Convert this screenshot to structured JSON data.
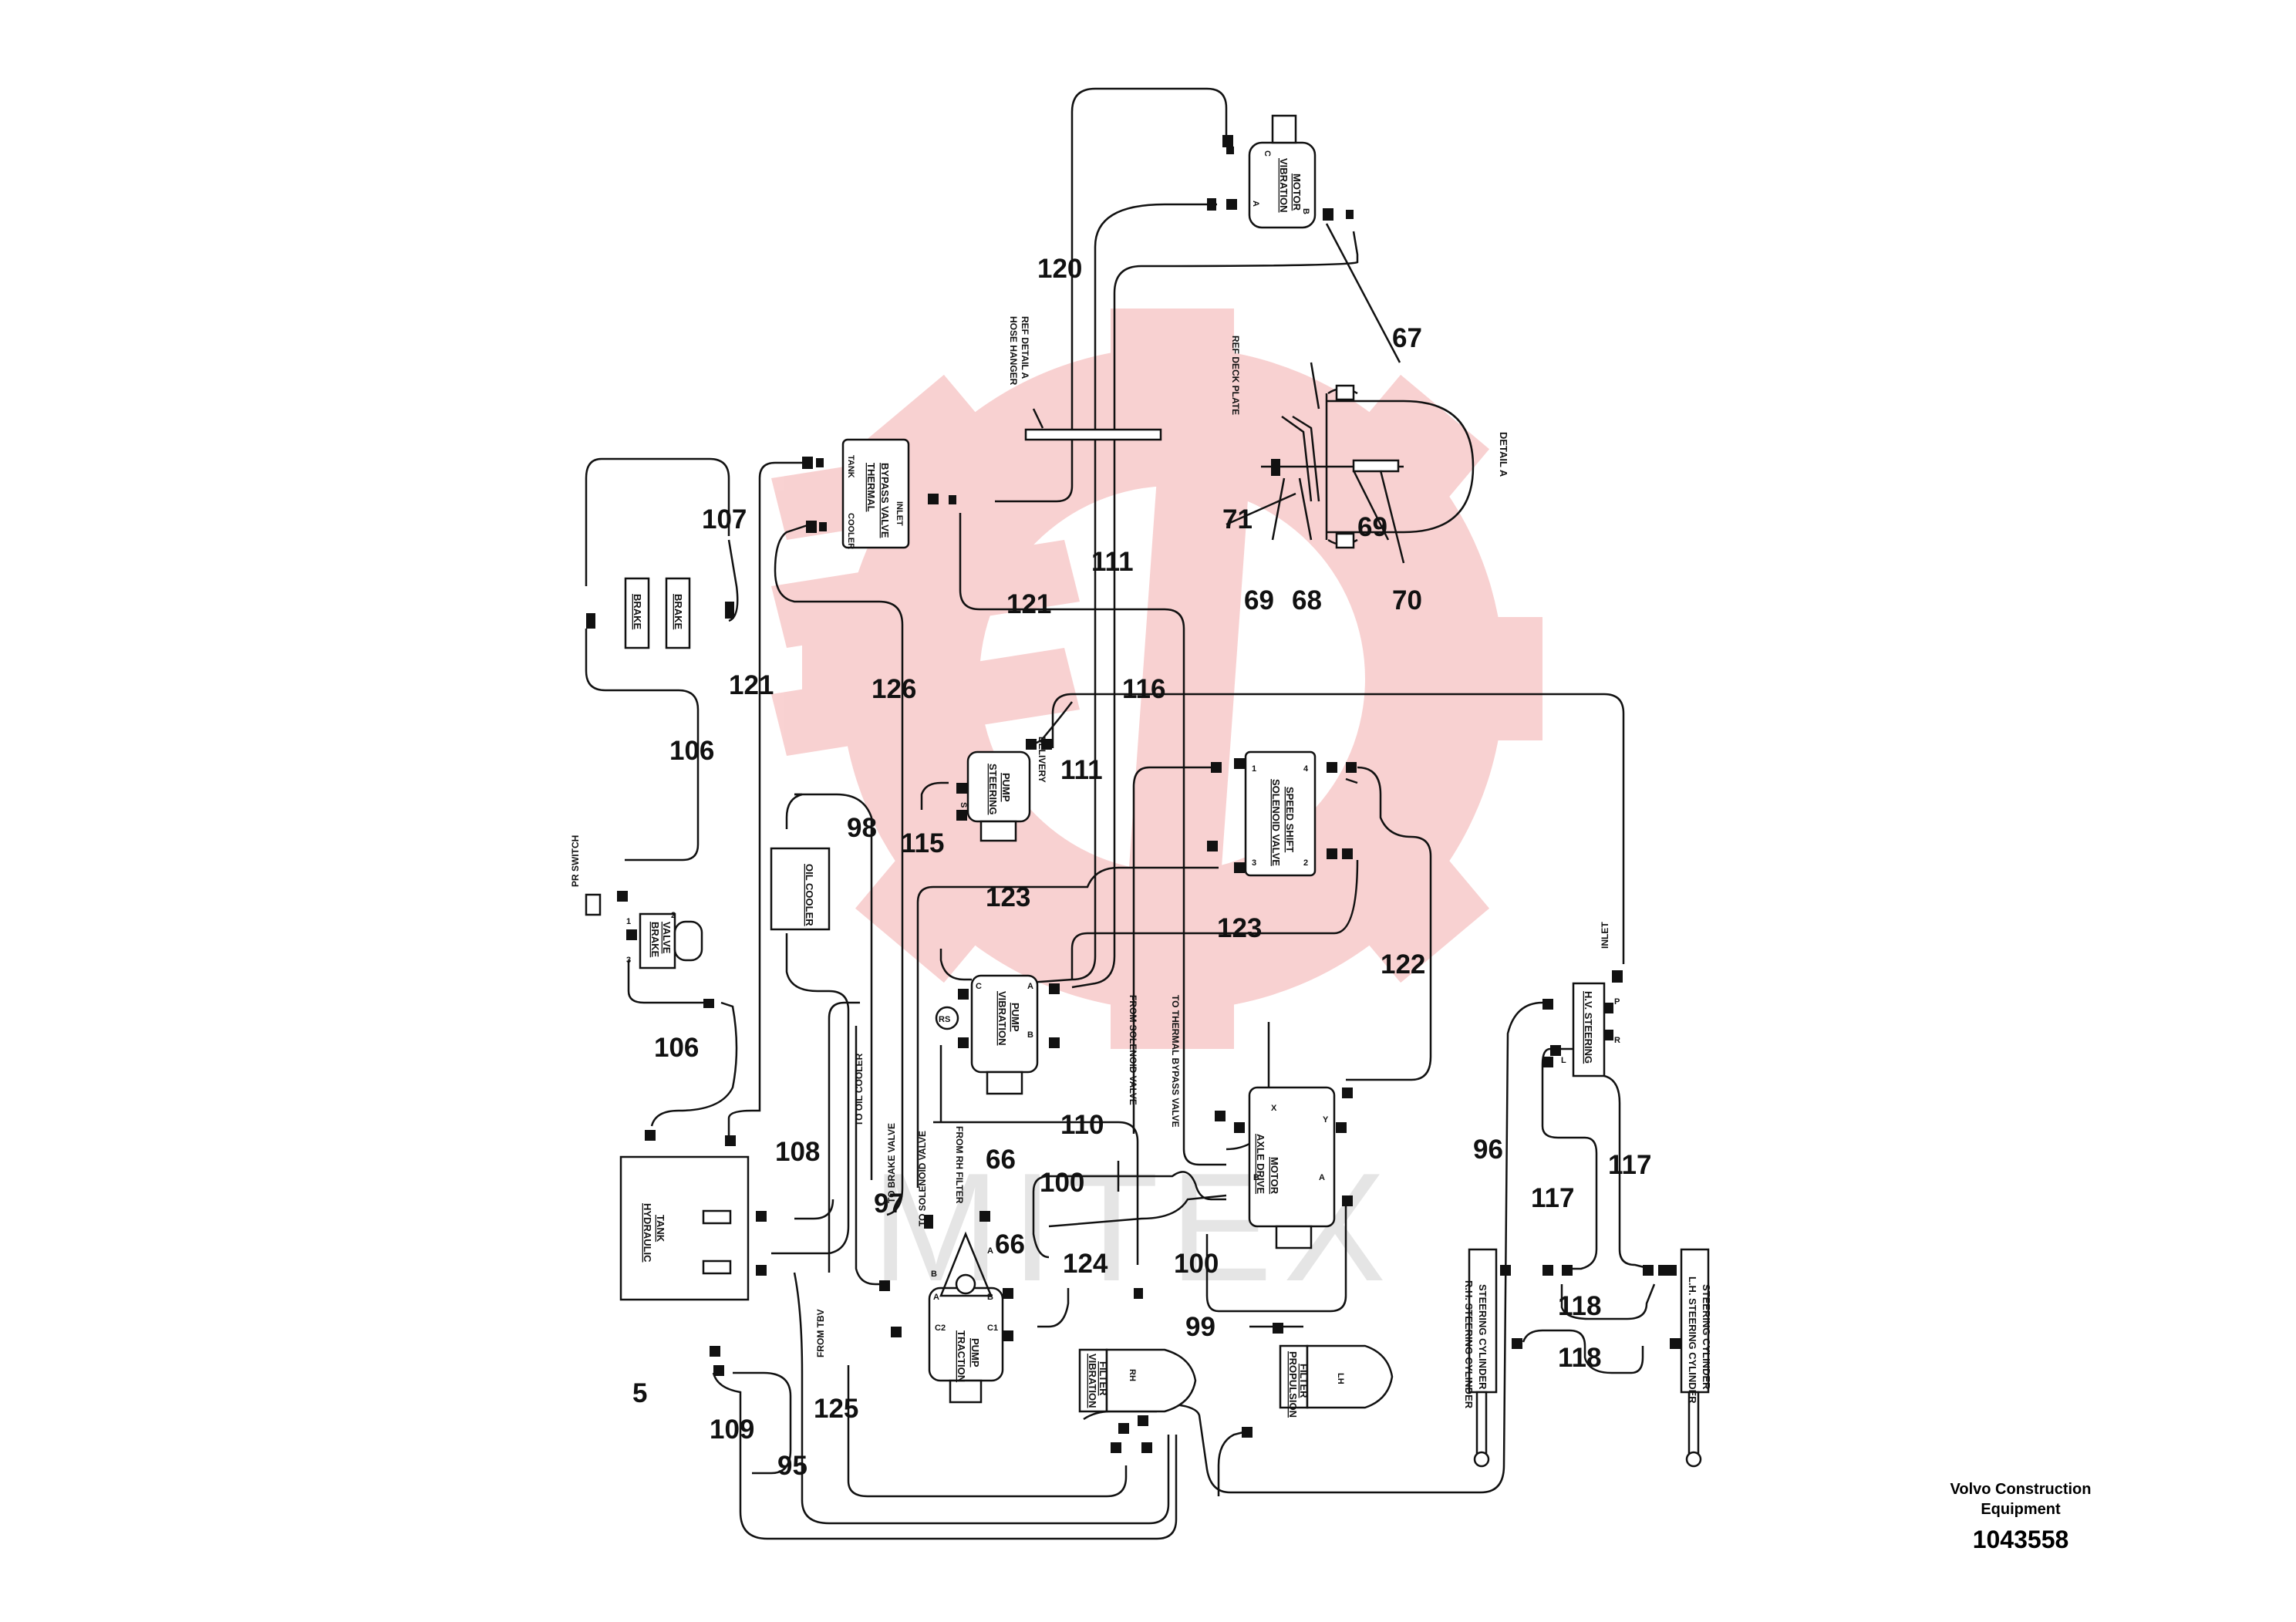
{
  "callouts": {
    "c5": "5",
    "c66a": "66",
    "c66b": "66",
    "c67": "67",
    "c68": "68",
    "c69a": "69",
    "c69b": "69",
    "c70": "70",
    "c71": "71",
    "c95": "95",
    "c96": "96",
    "c97": "97",
    "c98": "98",
    "c99": "99",
    "c100a": "100",
    "c100b": "100",
    "c106a": "106",
    "c106b": "106",
    "c107": "107",
    "c108": "108",
    "c109": "109",
    "c110": "110",
    "c111a": "111",
    "c111b": "111",
    "c115": "115",
    "c116": "116",
    "c117a": "117",
    "c117b": "117",
    "c118a": "118",
    "c118b": "118",
    "c120": "120",
    "c121a": "121",
    "c121b": "121",
    "c122": "122",
    "c123a": "123",
    "c123b": "123",
    "c124": "124",
    "c125": "125",
    "c126": "126"
  },
  "components": {
    "vibration_motor": [
      "VIBRATION",
      "MOTOR"
    ],
    "thermal_bypass_valve": [
      "THERMAL",
      "BYPASS VALVE"
    ],
    "brake_1": "BRAKE",
    "brake_2": "BRAKE",
    "brake_valve": [
      "BRAKE",
      "VALVE"
    ],
    "steering_pump": [
      "STEERING",
      "PUMP"
    ],
    "oil_cooler": "OIL COOLER",
    "solenoid_valve": [
      "SOLENOID VALVE",
      "SPEED SHIFT"
    ],
    "vibration_pump": [
      "VIBRATION",
      "PUMP"
    ],
    "axle_drive_motor": [
      "AXLE DRIVE",
      "MOTOR"
    ],
    "hydraulic_tank": [
      "HYDRAULIC",
      "TANK"
    ],
    "traction_pump": [
      "TRACTION",
      "PUMP"
    ],
    "vibration_filter": [
      "VIBRATION",
      "FILTER"
    ],
    "propulsion_filter": [
      "PROPULSION",
      "FILTER"
    ],
    "rh_filter_label": "RH",
    "lh_filter_label": "LH",
    "hv_steering": "H.V. STEERING",
    "rh_steering_cylinder": [
      "R.H. STEERING CYLINDER",
      "STEERING CYLINDER"
    ],
    "lh_steering_cylinder": [
      "L.H. STEERING CYLINDER",
      "STEERING CYLINDER"
    ],
    "rs_port": "RS"
  },
  "notes": {
    "hose_hanger": [
      "HOSE HANGER",
      "REF DETAIL A"
    ],
    "ref_deck_plate": "REF DECK PLATE",
    "detail_a": "DETAIL A",
    "pr_switch": "PR SWITCH",
    "inlet": "INLET",
    "delivery": "DELIVERY",
    "from_rh_filter": "FROM RH FILTER",
    "from_solenoid_valve": "FROM SOLENOID VALVE",
    "to_thermal_bypass_valve": "TO THERMAL BYPASS VALVE",
    "to_oil_cooler": "TO OIL COOLER",
    "to_brake_valve": "TO BRAKE VALVE",
    "to_solenoid_valve": "TO SOLENOID VALVE",
    "from_tbv": "FROM TBV"
  },
  "ports": {
    "tank": "TANK",
    "cooler": "COOLER",
    "inlet": "INLET",
    "a": "A",
    "b": "B",
    "c": "C",
    "p": "P",
    "r": "R",
    "l": "L",
    "s": "S",
    "x": "X",
    "y": "Y",
    "c1": "C1",
    "c2": "C2",
    "n1": "1",
    "n2": "2",
    "n3": "3",
    "n4": "4"
  },
  "watermark": "MITEX",
  "footer": {
    "brand_line1": "Volvo Construction",
    "brand_line2": "Equipment",
    "part_number": "1043558"
  }
}
